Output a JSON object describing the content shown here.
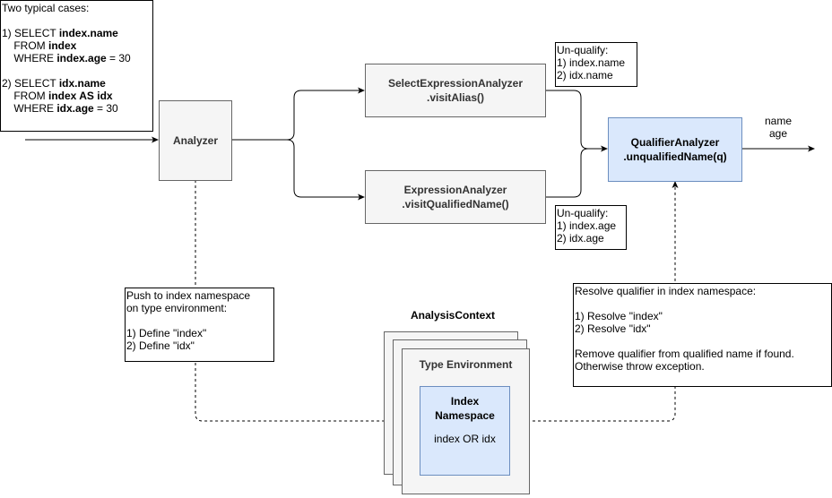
{
  "cases_note": {
    "title": "Two typical cases:",
    "case1_line1_prefix": "1) SELECT ",
    "case1_line1_bold": "index.name",
    "case1_line2_prefix": "    FROM ",
    "case1_line2_bold": "index",
    "case1_line3_prefix": "    WHERE ",
    "case1_line3_bold": "index.age",
    "case1_line3_suffix": " = 30",
    "case2_line1_prefix": "2) SELECT ",
    "case2_line1_bold": "idx.name",
    "case2_line2_prefix": "    FROM ",
    "case2_line2_bold": "index AS idx",
    "case2_line3_prefix": "    WHERE ",
    "case2_line3_bold": "idx.age",
    "case2_line3_suffix": " = 30"
  },
  "analyzer": {
    "label": "Analyzer"
  },
  "select_expression_analyzer": {
    "line1": "SelectExpressionAnalyzer",
    "line2": ".visitAlias()"
  },
  "expression_analyzer": {
    "line1": "ExpressionAnalyzer",
    "line2": ".visitQualifiedName()"
  },
  "qualifier_analyzer": {
    "line1": "QualifierAnalyzer",
    "line2": ".unqualifiedName(q)"
  },
  "output_label": {
    "line1": "name",
    "line2": "age"
  },
  "unqualify_top": {
    "line1": "Un-qualify:",
    "line2": "1) index.name",
    "line3": "2) idx.name"
  },
  "unqualify_bottom": {
    "line1": "Un-qualify:",
    "line2": "1) index.age",
    "line3": "2) idx.age"
  },
  "push_note": {
    "line1": "Push to index namespace",
    "line2": "on type environment:",
    "line3": "1) Define \"index\"",
    "line4": "2) Define \"idx\""
  },
  "resolve_note": {
    "line1": "Resolve qualifier in index namespace:",
    "line2": "1) Resolve \"index\"",
    "line3": "2) Resolve \"idx\"",
    "line4": "Remove qualifier from qualified name if found.",
    "line5": "Otherwise throw exception."
  },
  "analysis_context": {
    "title": "AnalysisContext"
  },
  "type_environment": {
    "title": "Type Environment"
  },
  "index_namespace": {
    "line1": "Index",
    "line2": "Namespace",
    "line3": "index OR idx"
  },
  "colors": {
    "gray_fill": "#f5f5f5",
    "gray_stroke": "#666666",
    "blue_fill": "#dae8fc",
    "blue_stroke": "#6c8ebf"
  }
}
